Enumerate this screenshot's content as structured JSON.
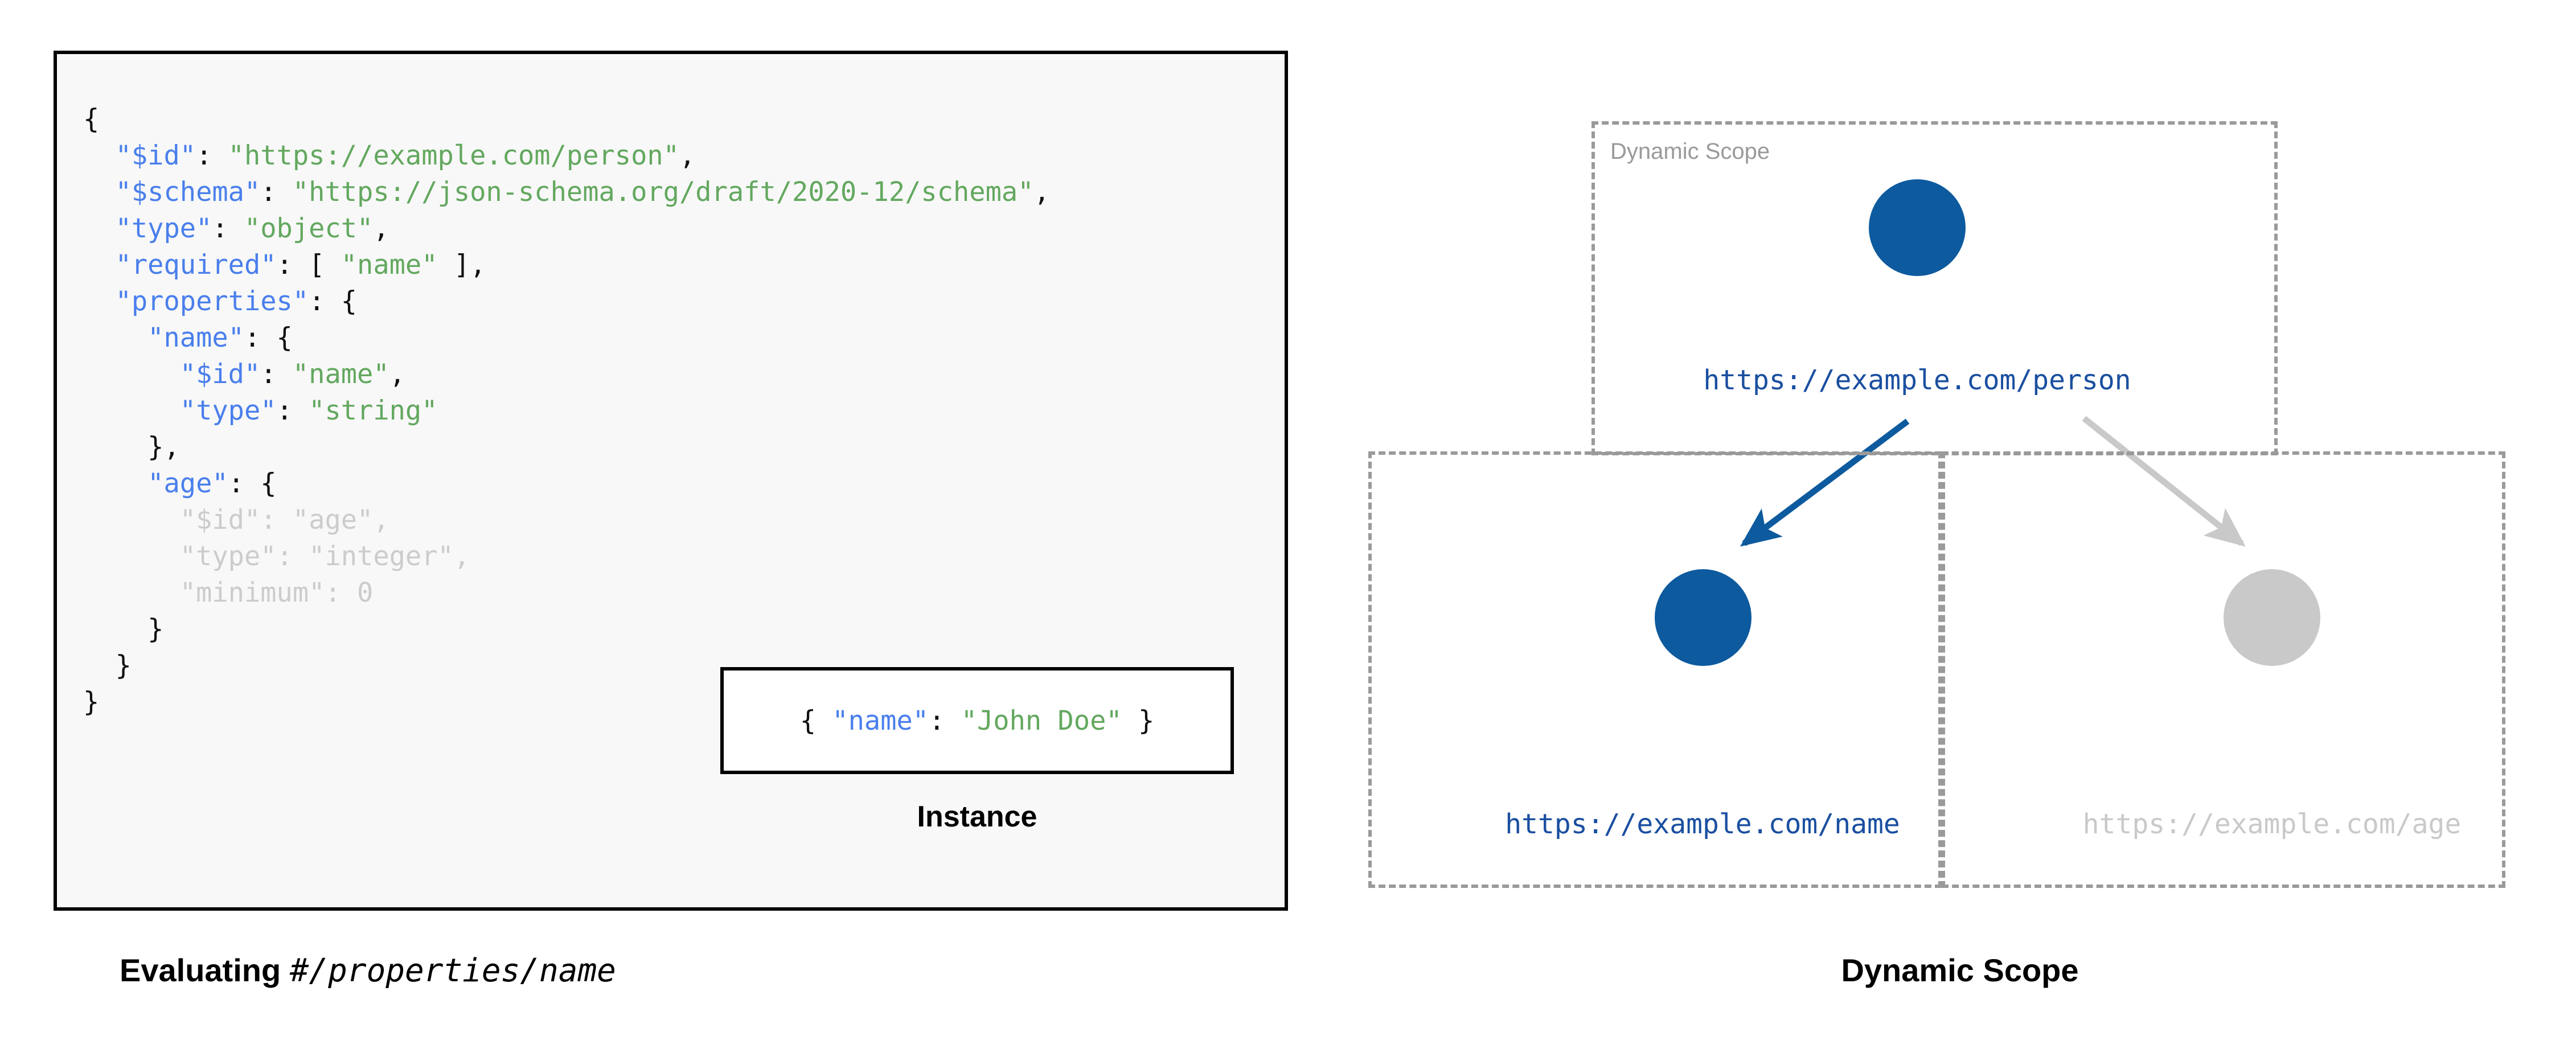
{
  "left": {
    "schema_code_lines": [
      [
        {
          "t": "{",
          "c": "p"
        }
      ],
      [
        {
          "t": "  ",
          "c": "p"
        },
        {
          "t": "\"$id\"",
          "c": "k"
        },
        {
          "t": ": ",
          "c": "p"
        },
        {
          "t": "\"https://example.com/person\"",
          "c": "s"
        },
        {
          "t": ",",
          "c": "p"
        }
      ],
      [
        {
          "t": "  ",
          "c": "p"
        },
        {
          "t": "\"$schema\"",
          "c": "k"
        },
        {
          "t": ": ",
          "c": "p"
        },
        {
          "t": "\"https://json-schema.org/draft/2020-12/schema\"",
          "c": "s"
        },
        {
          "t": ",",
          "c": "p"
        }
      ],
      [
        {
          "t": "  ",
          "c": "p"
        },
        {
          "t": "\"type\"",
          "c": "k"
        },
        {
          "t": ": ",
          "c": "p"
        },
        {
          "t": "\"object\"",
          "c": "s"
        },
        {
          "t": ",",
          "c": "p"
        }
      ],
      [
        {
          "t": "  ",
          "c": "p"
        },
        {
          "t": "\"required\"",
          "c": "k"
        },
        {
          "t": ": [ ",
          "c": "p"
        },
        {
          "t": "\"name\"",
          "c": "s"
        },
        {
          "t": " ],",
          "c": "p"
        }
      ],
      [
        {
          "t": "  ",
          "c": "p"
        },
        {
          "t": "\"properties\"",
          "c": "k"
        },
        {
          "t": ": {",
          "c": "p"
        }
      ],
      [
        {
          "t": "    ",
          "c": "p"
        },
        {
          "t": "\"name\"",
          "c": "k"
        },
        {
          "t": ": {",
          "c": "p"
        }
      ],
      [
        {
          "t": "      ",
          "c": "p"
        },
        {
          "t": "\"$id\"",
          "c": "k"
        },
        {
          "t": ": ",
          "c": "p"
        },
        {
          "t": "\"name\"",
          "c": "s"
        },
        {
          "t": ",",
          "c": "p"
        }
      ],
      [
        {
          "t": "      ",
          "c": "p"
        },
        {
          "t": "\"type\"",
          "c": "k"
        },
        {
          "t": ": ",
          "c": "p"
        },
        {
          "t": "\"string\"",
          "c": "s"
        }
      ],
      [
        {
          "t": "    },",
          "c": "p"
        }
      ],
      [
        {
          "t": "    ",
          "c": "p"
        },
        {
          "t": "\"age\"",
          "c": "k"
        },
        {
          "t": ": {",
          "c": "p"
        }
      ],
      [
        {
          "t": "      ",
          "c": "p"
        },
        {
          "t": "\"$id\"",
          "c": "k"
        },
        {
          "t": ": ",
          "c": "p"
        },
        {
          "t": "\"age\"",
          "c": "s"
        },
        {
          "t": ",",
          "c": "p"
        }
      ],
      [
        {
          "t": "      ",
          "c": "p"
        },
        {
          "t": "\"type\"",
          "c": "k"
        },
        {
          "t": ": ",
          "c": "p"
        },
        {
          "t": "\"integer\"",
          "c": "s"
        },
        {
          "t": ",",
          "c": "p"
        }
      ],
      [
        {
          "t": "      ",
          "c": "p"
        },
        {
          "t": "\"minimum\"",
          "c": "k"
        },
        {
          "t": ": ",
          "c": "p"
        },
        {
          "t": "0",
          "c": "n"
        }
      ],
      [
        {
          "t": "    }",
          "c": "p"
        }
      ],
      [
        {
          "t": "  }",
          "c": "p"
        }
      ],
      [
        {
          "t": "}",
          "c": "p"
        }
      ]
    ],
    "dimmed_line_indices": [
      11,
      12,
      13
    ],
    "instance": {
      "code_parts": [
        {
          "t": "{ ",
          "c": "p"
        },
        {
          "t": "\"name\"",
          "c": "k"
        },
        {
          "t": ": ",
          "c": "p"
        },
        {
          "t": "\"John Doe\"",
          "c": "s"
        },
        {
          "t": " }",
          "c": "p"
        }
      ],
      "caption": "Instance"
    },
    "evaluating_caption": {
      "lead": "Evaluating ",
      "pointer": "#/properties/name"
    }
  },
  "right": {
    "scope_box_label": "Dynamic Scope",
    "nodes": [
      {
        "id": "person",
        "label": "https://example.com/person",
        "state": "active"
      },
      {
        "id": "name",
        "label": "https://example.com/name",
        "state": "active"
      },
      {
        "id": "age",
        "label": "https://example.com/age",
        "state": "inactive"
      }
    ],
    "caption": "Dynamic Scope"
  },
  "colors": {
    "active_node": "#0d5a9e",
    "inactive_node": "#c9c9c9",
    "active_label": "#1a4fa0",
    "inactive_label": "#c9c9c9",
    "scope_border": "#9a9a9a",
    "json_key": "#4a7fec",
    "json_string": "#63a85f",
    "code_bg": "#f8f8f8",
    "dimmed_code": "#cccccc"
  }
}
